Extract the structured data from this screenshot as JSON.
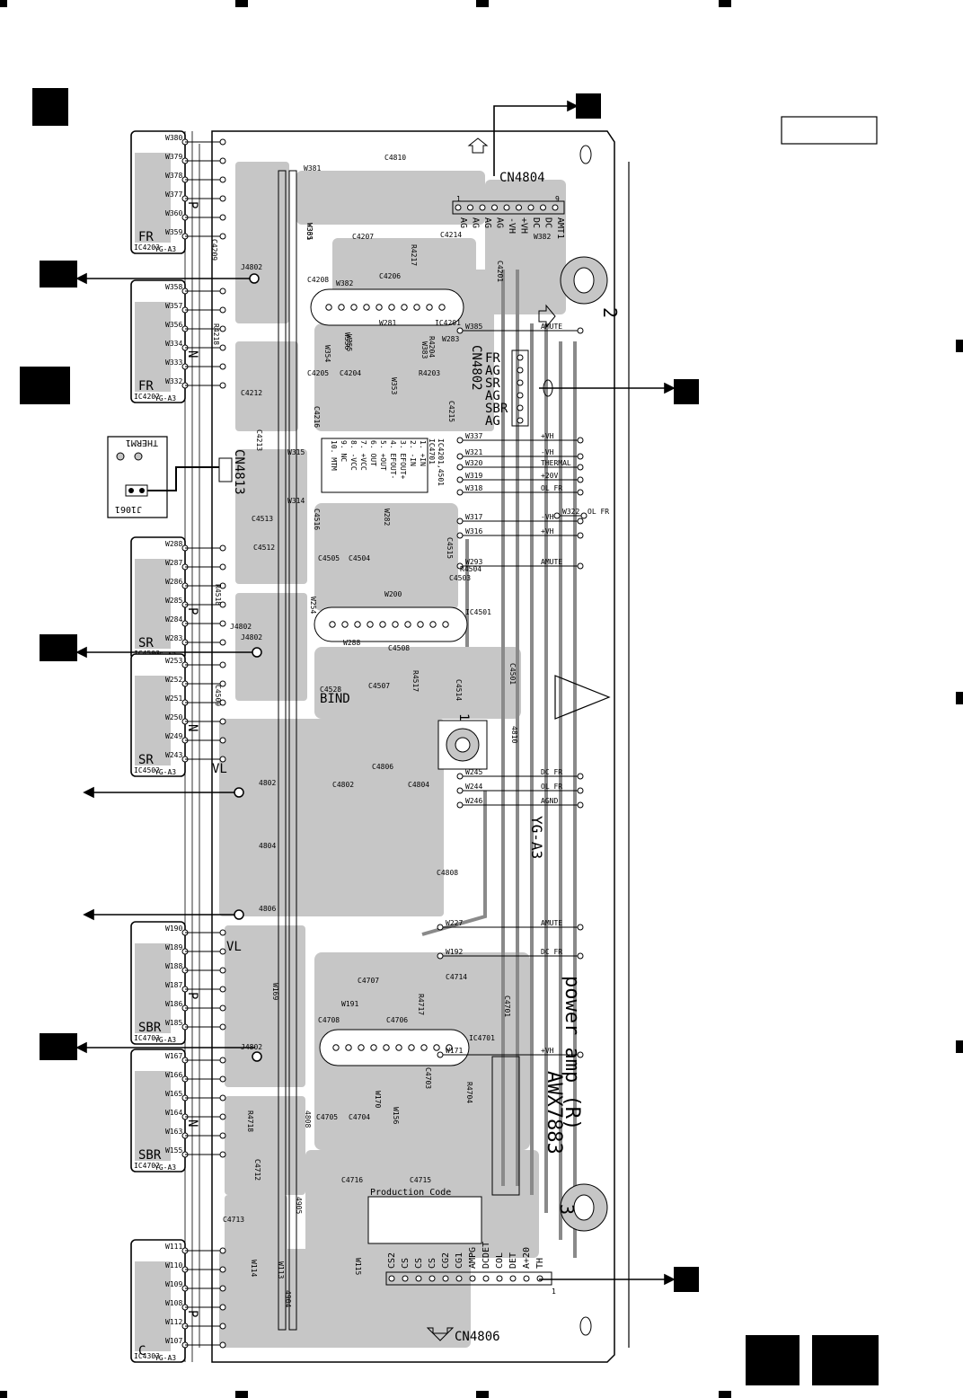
{
  "board": {
    "title": "power amp (R)",
    "model": "AWX7883",
    "production_code": "Production Code",
    "yg_label": "YG-A3",
    "bind_label": "BIND",
    "corner_numbers": [
      "2",
      "3"
    ]
  },
  "connectors": {
    "cn4804": {
      "label": "CN4804",
      "pins": [
        "AG",
        "AG",
        "AG",
        "AG",
        "-VH",
        "+VH",
        "DC",
        "DC",
        "AMT1"
      ],
      "pin1": "1",
      "pin9": "9",
      "wire": "W382"
    },
    "cn4802": {
      "label": "CN4802",
      "pins": [
        "FR",
        "AG",
        "SR",
        "AG",
        "SBR",
        "AG"
      ]
    },
    "cn4806": {
      "label": "CN4806",
      "pins": [
        "CS2",
        "CS",
        "CS",
        "CS",
        "CG2",
        "CG1",
        "AMPG",
        "DCDET",
        "COL",
        "DET",
        "A+20",
        "TH"
      ],
      "pin1": "1"
    },
    "cn4813": {
      "label": "CN4813"
    },
    "j1061": {
      "label": "J1061",
      "sub": "THERM1"
    }
  },
  "ic4201_table": {
    "title": "IC4201,4501",
    "title2": "IC4701",
    "rows": [
      "1. +IN",
      "2. -IN",
      "3. EFOUT+",
      "4. EFOUT-",
      "5. +OUT",
      "6. OUT",
      "7. +VCC",
      "8. -VCC",
      "9. NC",
      "10. MTM"
    ]
  },
  "modules": [
    {
      "id": "fr-p",
      "ic": "IC4203",
      "ch": "FR",
      "pol": "P",
      "yg": "YG-A3",
      "wires": [
        "W380",
        "W379",
        "W378",
        "W377",
        "W360",
        "W359"
      ]
    },
    {
      "id": "fr-n",
      "ic": "IC4202",
      "ch": "FR",
      "pol": "N",
      "yg": "YG-A3",
      "wires": [
        "W358",
        "W357",
        "W356",
        "W334",
        "W333",
        "W332"
      ]
    },
    {
      "id": "sr-p",
      "ic": "IC4503",
      "ch": "SR",
      "pol": "P",
      "yg": "YG-A3",
      "wires": [
        "W288",
        "W287",
        "W286",
        "W285",
        "W284",
        "W283"
      ]
    },
    {
      "id": "sr-n",
      "ic": "IC4502",
      "ch": "SR",
      "pol": "N",
      "yg": "YG-A3",
      "wires": [
        "W253",
        "W252",
        "W251",
        "W250",
        "W249",
        "W243"
      ]
    },
    {
      "id": "sbr-p",
      "ic": "IC4703",
      "ch": "SBR",
      "pol": "P",
      "yg": "YG-A3",
      "wires": [
        "W190",
        "W189",
        "W188",
        "W187",
        "W186",
        "W185"
      ]
    },
    {
      "id": "sbr-n",
      "ic": "IC4702",
      "ch": "SBR",
      "pol": "N",
      "yg": "YG-A3",
      "wires": [
        "W167",
        "W166",
        "W165",
        "W164",
        "W163",
        "W155"
      ]
    },
    {
      "id": "c",
      "ic": "IC4303",
      "ch": "C",
      "pol": "P",
      "yg": "YG-A3",
      "wires": [
        "W111",
        "W110",
        "W109",
        "W108",
        "W112",
        "W107"
      ]
    }
  ],
  "signals": [
    {
      "wire": "W337",
      "net": "+VH"
    },
    {
      "wire": "W321",
      "net": "-VH"
    },
    {
      "wire": "W320",
      "net": "THERMAL"
    },
    {
      "wire": "W319",
      "net": "+20V"
    },
    {
      "wire": "W318",
      "net": "OL FR"
    },
    {
      "wire": "W317",
      "net": "-VH"
    },
    {
      "wire": "W316",
      "net": "+VH"
    },
    {
      "wire": "W322",
      "net": "OL FR"
    },
    {
      "wire": "W293",
      "net": "AMUTE"
    },
    {
      "wire": "W385",
      "net": "AMUTE"
    },
    {
      "wire": "W245",
      "net": "DC FR"
    },
    {
      "wire": "W244",
      "net": "OL FR"
    },
    {
      "wire": "W246",
      "net": "AGND"
    },
    {
      "wire": "W227",
      "net": "AMUTE"
    },
    {
      "wire": "W192",
      "net": "DC FR"
    },
    {
      "wire": "W171",
      "net": "+VH"
    }
  ],
  "ics": [
    {
      "label": "IC4201"
    },
    {
      "label": "IC4501"
    },
    {
      "label": "IC4701"
    }
  ],
  "components": [
    "C4810",
    "W381",
    "C4207",
    "R4217",
    "C4214",
    "C4201",
    "C4209",
    "C4208",
    "W382",
    "C4206",
    "C4205",
    "C4204",
    "R4203",
    "C4215",
    "R4204",
    "W383",
    "C4212",
    "R4218",
    "C4216",
    "C4213",
    "W315",
    "W314",
    "C4513",
    "C4512",
    "R4518",
    "C4516",
    "W282",
    "C4505",
    "C4504",
    "C4503",
    "C4515",
    "R4504",
    "C4508",
    "R4517",
    "C4514",
    "C4501",
    "C4528",
    "C4507",
    "C4509",
    "W254",
    "W288",
    "4810",
    "C4806",
    "C4804",
    "C4802",
    "C4808",
    "C4707",
    "C4714",
    "R4717",
    "C4701",
    "C4708",
    "C4706",
    "W191",
    "C4703",
    "R4704",
    "C4705",
    "C4704",
    "W170",
    "W156",
    "R4718",
    "C4712",
    "C4713",
    "C4716",
    "C4715",
    "W113",
    "W114",
    "W115",
    "4802",
    "4804",
    "4806",
    "4808",
    "4905",
    "4904",
    "W361",
    "W335",
    "W336",
    "W354",
    "W353",
    "W355",
    "W281",
    "W283",
    "W200",
    "W169",
    "J4802"
  ],
  "jumper_label": "J4802",
  "vl_label": "VL",
  "colors": {
    "copper": "#c6c6c6",
    "ink": "#000000",
    "paper": "#ffffff"
  }
}
